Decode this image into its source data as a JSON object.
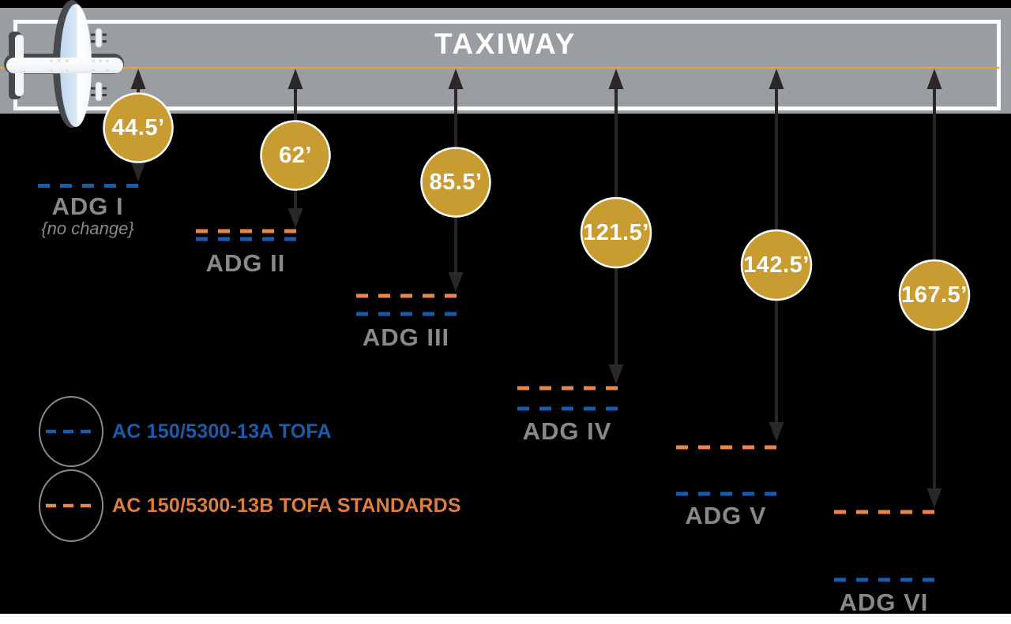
{
  "taxiway": {
    "label": "TAXIWAY"
  },
  "groups": [
    {
      "label": "ADG I",
      "sublabel": "{no change}",
      "badge": "44.5’"
    },
    {
      "label": "ADG II",
      "badge": "62’"
    },
    {
      "label": "ADG III",
      "badge": "85.5’"
    },
    {
      "label": "ADG IV",
      "badge": "121.5’"
    },
    {
      "label": "ADG V",
      "badge": "142.5’"
    },
    {
      "label": "ADG VI",
      "badge": "167.5’"
    }
  ],
  "legend": {
    "items": [
      {
        "label": "AC 150/5300-13A TOFA",
        "color": "#1A5CAB"
      },
      {
        "label": "AC 150/5300-13B TOFA STANDARDS",
        "color": "#DE7D3C"
      }
    ]
  },
  "colors": {
    "badge_gold": "#C99C31",
    "tofa_13a_blue": "#1A5CAB",
    "tofa_13b_orange": "#E8874A",
    "taxiway_gray": "#9B9EA1",
    "centerline_yellow": "#D8A83C",
    "label_gray": "#87898C",
    "arrow_dark": "#2B2728"
  }
}
